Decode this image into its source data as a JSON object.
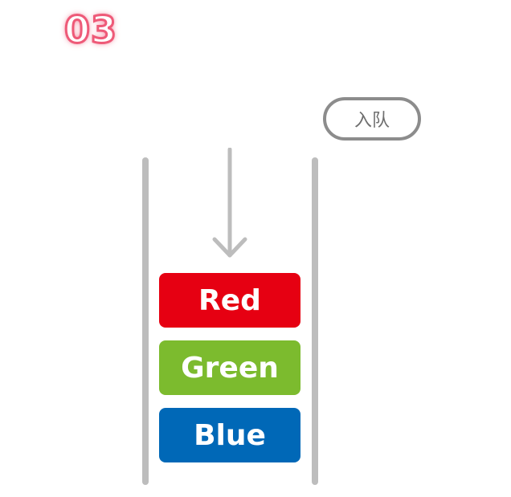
{
  "step": {
    "number": "03"
  },
  "action": {
    "label": "入队"
  },
  "queue": {
    "items": [
      {
        "label": "Red",
        "color": "#e60012"
      },
      {
        "label": "Green",
        "color": "#7cbb2e"
      },
      {
        "label": "Blue",
        "color": "#0068b7"
      }
    ]
  },
  "colors": {
    "step_accent": "#ee5a78",
    "wall": "#bdbdbd",
    "arrow": "#bdbdbd",
    "button_border": "#8c8c8c"
  },
  "icons": {
    "arrow": "arrow-down-icon"
  }
}
